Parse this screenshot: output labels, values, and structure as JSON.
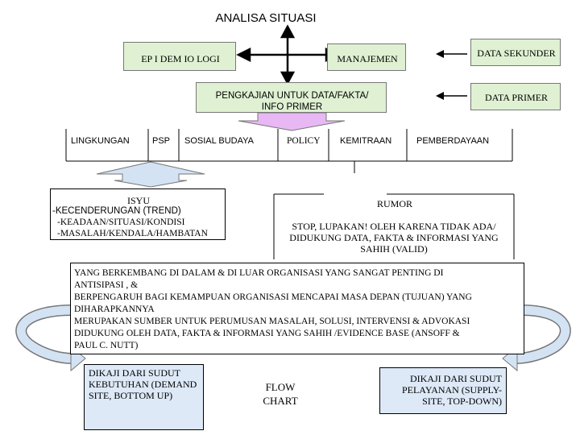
{
  "title": "ANALISA SITUASI",
  "top": {
    "epidemiologi": "EP I DEM IO LOGI",
    "manajemen": "MANAJEMEN",
    "data_sekunder": "DATA SEKUNDER",
    "data_primer": "DATA PRIMER",
    "pengkajian_line1": "PENGKAJIAN UNTUK DATA/FAKTA/",
    "pengkajian_line2": "INFO PRIMER"
  },
  "factors": [
    "LINGKUNGAN",
    "PSP",
    "SOSIAL BUDAYA",
    "POLICY",
    "KEMITRAAN",
    "PEMBERDAYAAN"
  ],
  "isyu": {
    "title": "ISYU",
    "line1": "-KECENDERUNGAN (TREND)",
    "line2": "-KEADAAN/SITUASI/KONDISI",
    "line3": "-MASALAH/KENDALA/HAMBATAN"
  },
  "rumor": {
    "title": "RUMOR",
    "line1": "STOP, LUPAKAN! OLEH KARENA TIDAK ADA/",
    "line2": "DIDUKUNG DATA, FAKTA & INFORMASI YANG",
    "line3": "SAHIH (VALID)"
  },
  "main": {
    "line1": "YANG BERKEMBANG DI DALAM & DI LUAR ORGANISASI YANG SANGAT PENTING DI",
    "line2": "ANTISIPASI , &",
    "line3": "BERPENGARUH BAGI KEMAMPUAN ORGANISASI MENCAPAI MASA DEPAN (TUJUAN) YANG",
    "line4": "DIHARAPKANNYA",
    "line5": "MERUPAKAN SUMBER UNTUK PERUMUSAN MASALAH, SOLUSI, INTERVENSI & ADVOKASI",
    "line6": "DIDUKUNG OLEH DATA, FAKTA & INFORMASI YANG SAHIH /EVIDENCE BASE  (ANSOFF &",
    "line7": "PAUL C. NUTT)"
  },
  "bottom_left": {
    "line1": "DIKAJI DARI SUDUT",
    "line2": "KEBUTUHAN (DEMAND",
    "line3": "SITE, BOTTOM UP)"
  },
  "flow": {
    "line1": "FLOW",
    "line2": "CHART"
  },
  "bottom_right": {
    "line1": "DIKAJI DARI SUDUT",
    "line2": "PELAYANAN (SUPPLY-",
    "line3": "SITE, TOP-DOWN)"
  },
  "colors": {
    "green_fill": "#dff1d2",
    "blue_fill": "#dde9f7",
    "violet_arrow": "#e8b8f4",
    "lightblue_arrow": "#d3e3f3",
    "line": "#000000"
  }
}
